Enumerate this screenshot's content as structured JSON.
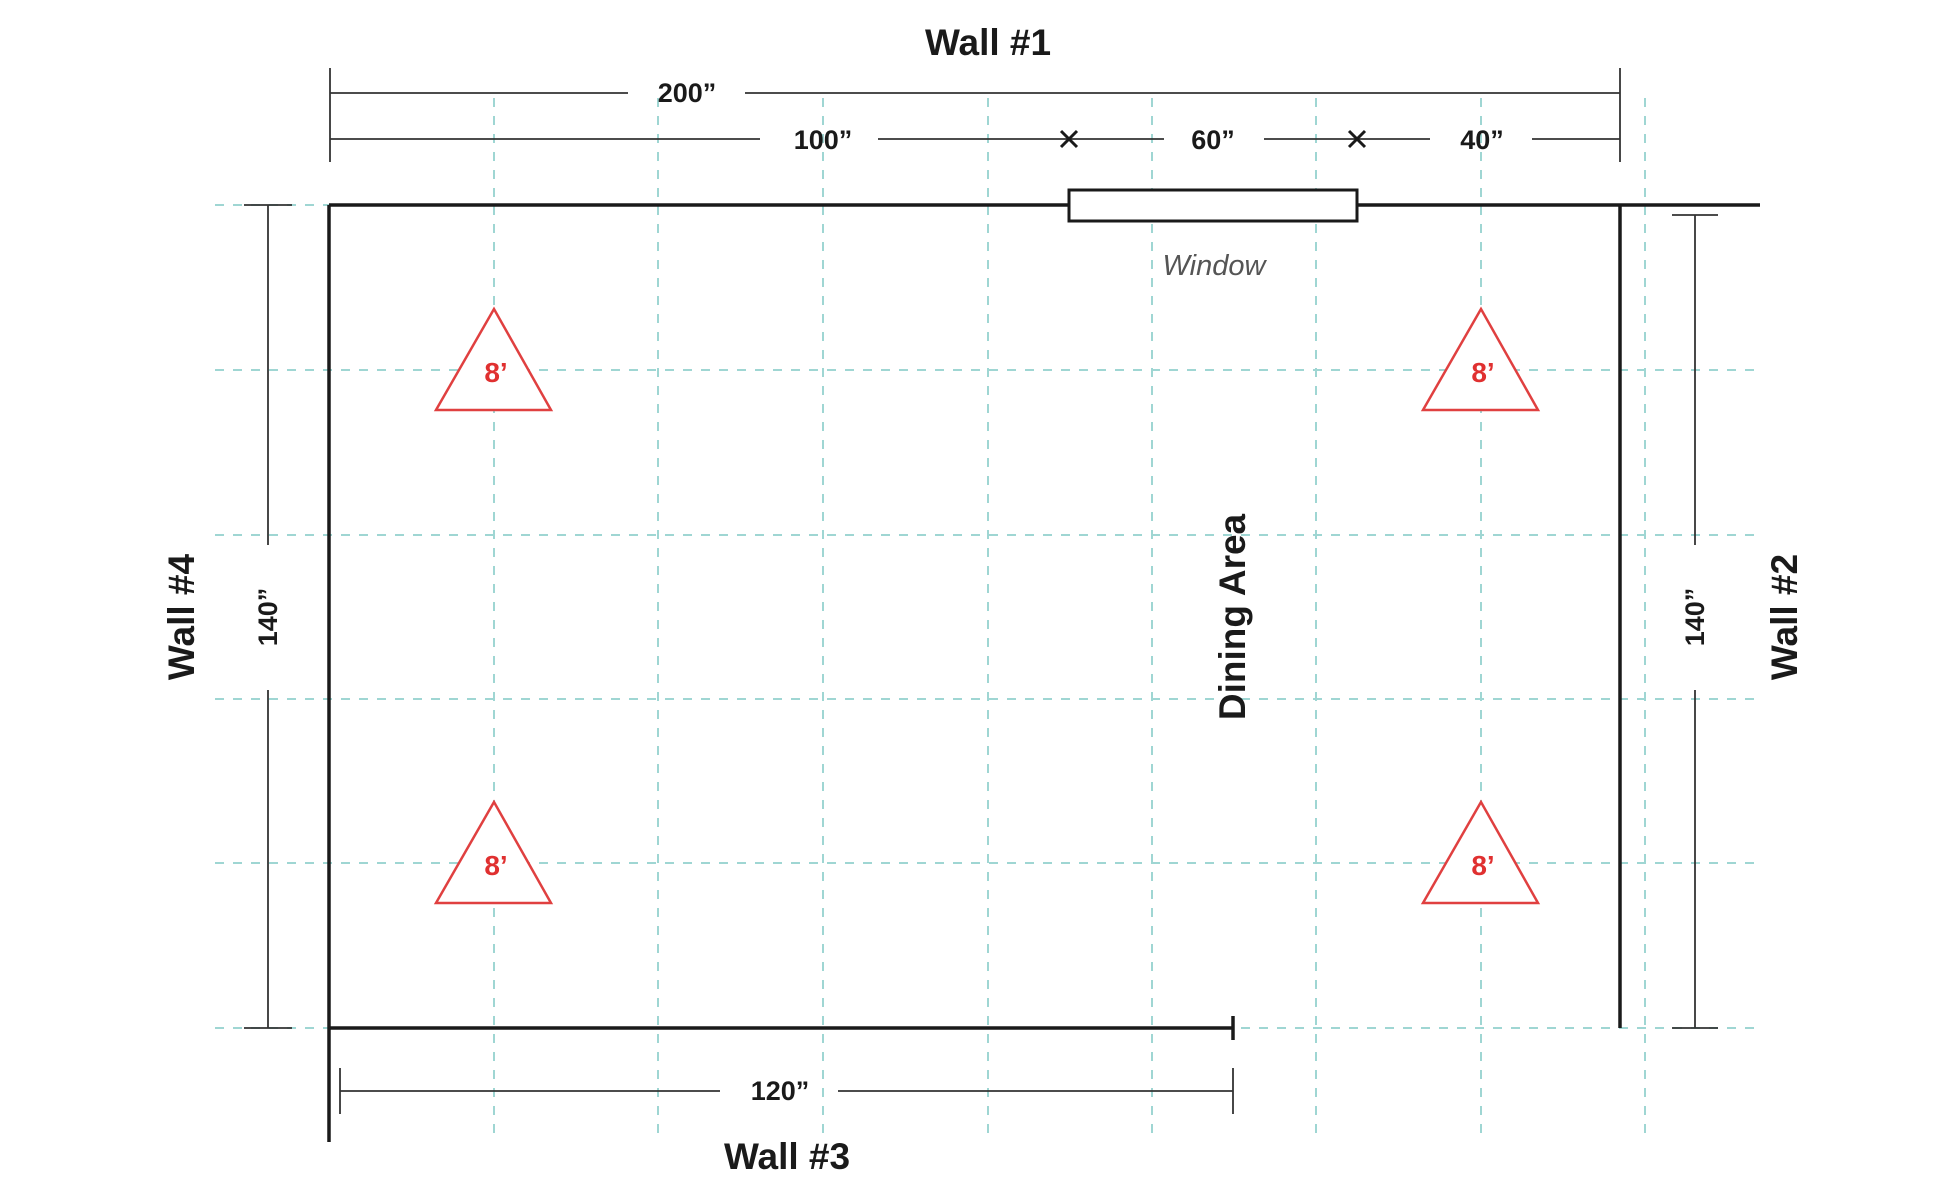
{
  "walls": {
    "wall1": "Wall #1",
    "wall2": "Wall #2",
    "wall3": "Wall #3",
    "wall4": "Wall #4"
  },
  "dimensions": {
    "top_total": "200”",
    "top_seg1": "100”",
    "top_seg2": "60”",
    "top_seg3": "40”",
    "left_height": "140”",
    "right_height": "140”",
    "bottom_wall": "120”"
  },
  "labels": {
    "window": "Window",
    "area": "Dining Area"
  },
  "fixtures": [
    {
      "label": "8’"
    },
    {
      "label": "8’"
    },
    {
      "label": "8’"
    },
    {
      "label": "8’"
    }
  ],
  "colors": {
    "grid": "#9fd6d3",
    "wall": "#1a1a1a",
    "fixture": "#e04040"
  }
}
